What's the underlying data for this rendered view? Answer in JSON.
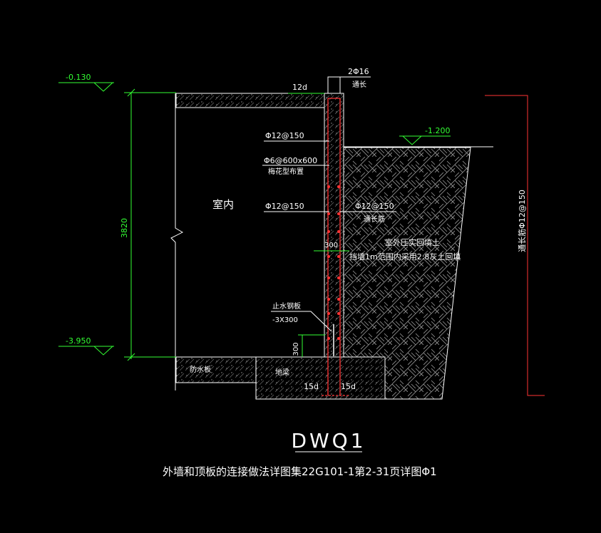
{
  "colors": {
    "background": "#000000",
    "dimension": "#33ff33",
    "rebar": "#ff3333",
    "text": "#ffffff",
    "hatch": "#bbbbbb"
  },
  "levels": {
    "top": "-0.130",
    "bottom": "-3.950",
    "ground": "-1.200"
  },
  "dims": {
    "height": "3820",
    "anchor_top": "12d",
    "gap_300": "300",
    "vert_300": "300",
    "anchor_left": "15d",
    "anchor_right": "15d"
  },
  "labels": {
    "top_bar": "2Φ16",
    "top_bar_note": "通长",
    "rebar_1": "Φ12@150",
    "tie_bar": "Φ6@600x600",
    "tie_bar_note": "梅花型布置",
    "rebar_2": "Φ12@150",
    "rebar_3": "Φ12@150",
    "rebar_3_note": "通长筋",
    "indoor": "室内",
    "backfill_1": "室外压实回填土",
    "backfill_2": "挡墙1m范围内采用2:8灰土回填",
    "waterstop_1": "止水钢板",
    "waterstop_2": "-3X300",
    "waterproof_slab": "防水板",
    "footing": "地梁",
    "right_note": "通长筋Φ12@150"
  },
  "title": "DWQ1",
  "subtitle": "外墙和顶板的连接做法详图集22G101-1第2-31页详图Φ1"
}
